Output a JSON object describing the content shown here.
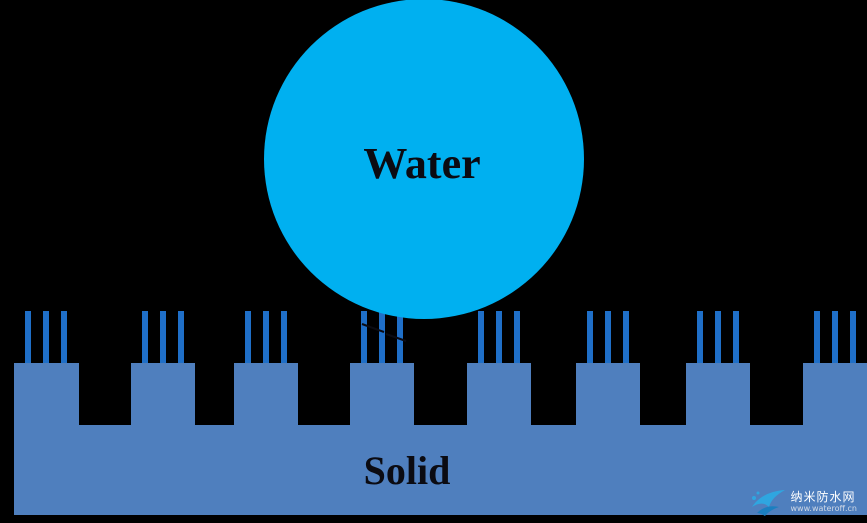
{
  "diagram": {
    "water_label": "Water",
    "solid_label": "Solid"
  },
  "colors": {
    "background": "#000000",
    "water": "#00b0f0",
    "solid": "#4f7fbe",
    "nanowire": "#1f6fc8",
    "label_text": "#0b0b12",
    "contact_line": "#0b0b12"
  },
  "watermark": {
    "name": "纳米防水网",
    "url": "www.wateroff.cn",
    "icon": "water-splash-logo-icon"
  }
}
